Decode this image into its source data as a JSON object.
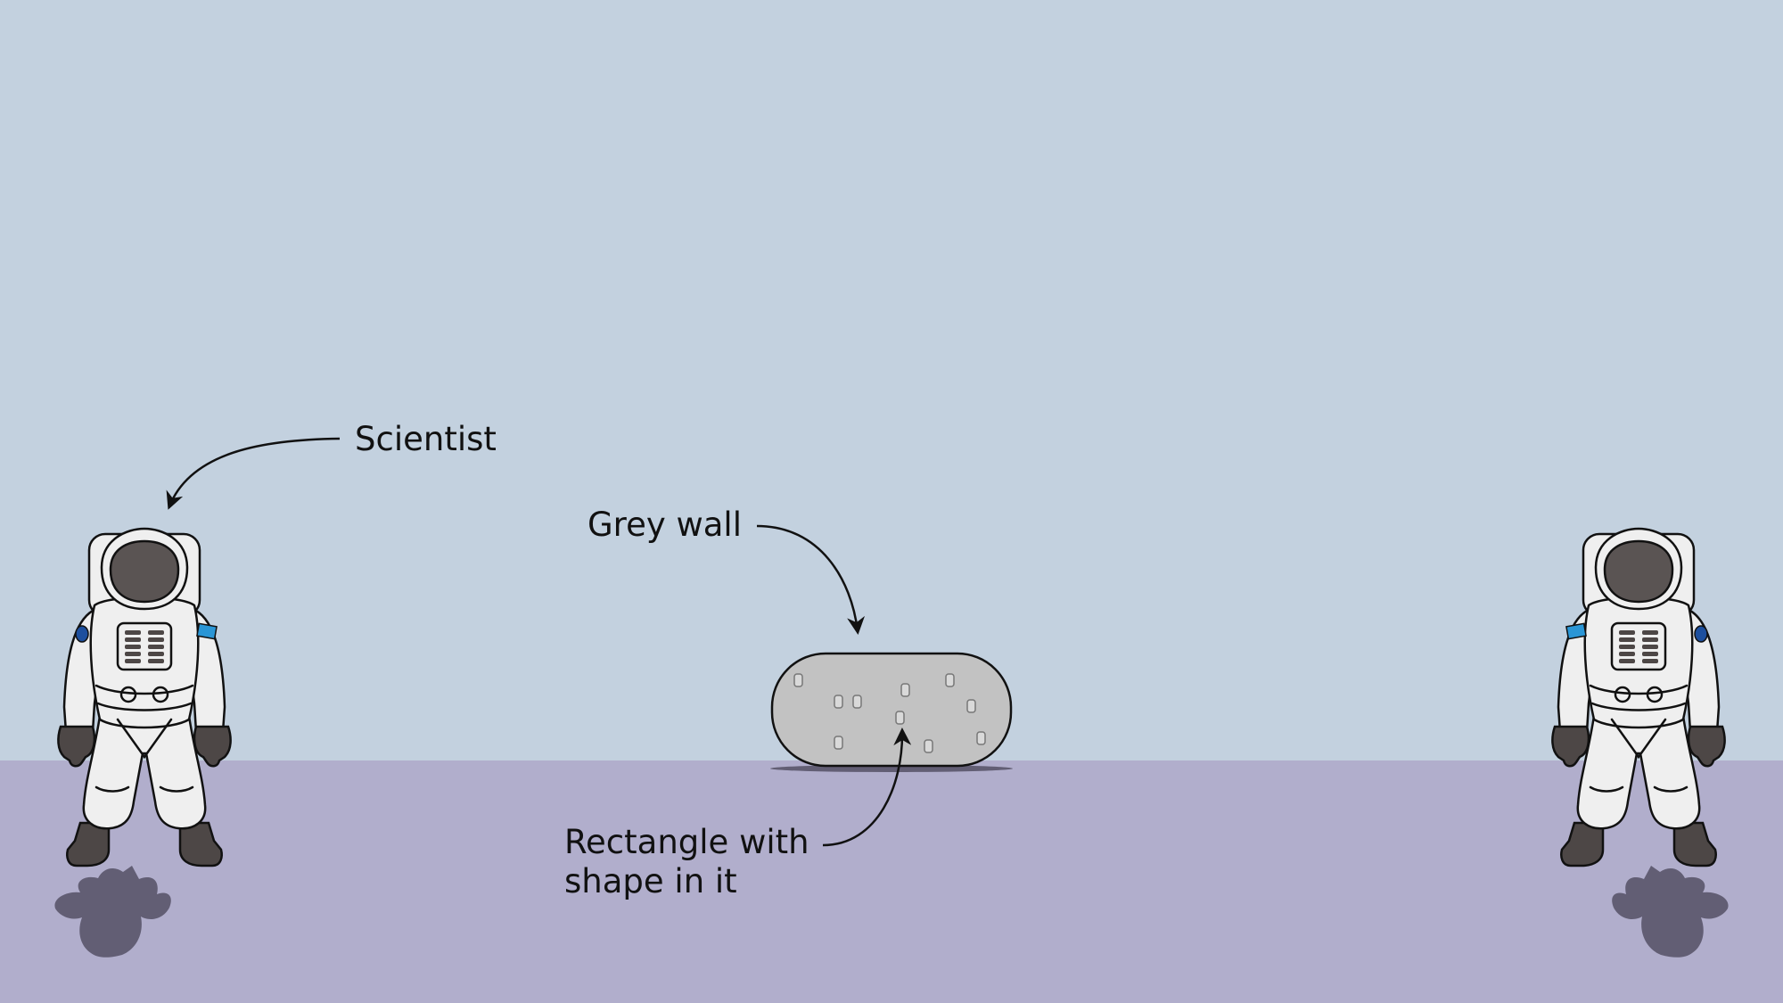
{
  "scene": {
    "colors": {
      "sky": "#c3d1df",
      "ground": "#b1aecc",
      "shadow": "#625e74",
      "suit": "#efefef",
      "visor": "#5a5453",
      "boots": "#4d4746",
      "wall": "#c2c2c2",
      "outline": "#111111",
      "patch_blue": "#2a96d6",
      "patch_navy": "#1d4f9e"
    }
  },
  "labels": {
    "scientist": "Scientist",
    "grey_wall": "Grey wall",
    "rectangle_line1": "Rectangle with",
    "rectangle_line2": "shape in it"
  }
}
